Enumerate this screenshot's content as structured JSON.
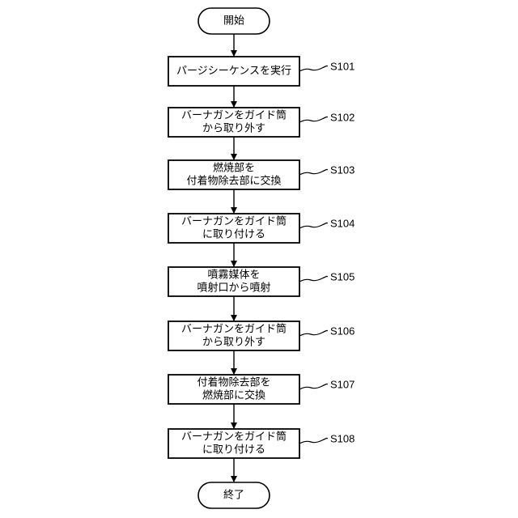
{
  "start": {
    "label": "開始"
  },
  "end": {
    "label": "終了"
  },
  "steps": [
    {
      "id": "S101",
      "lines": [
        "パージシーケンスを実行"
      ]
    },
    {
      "id": "S102",
      "lines": [
        "バーナガンをガイド筒",
        "から取り外す"
      ]
    },
    {
      "id": "S103",
      "lines": [
        "燃焼部を",
        "付着物除去部に交換"
      ]
    },
    {
      "id": "S104",
      "lines": [
        "バーナガンをガイド筒",
        "に取り付ける"
      ]
    },
    {
      "id": "S105",
      "lines": [
        "噴霧媒体を",
        "噴射口から噴射"
      ]
    },
    {
      "id": "S106",
      "lines": [
        "バーナガンをガイド筒",
        "から取り外す"
      ]
    },
    {
      "id": "S107",
      "lines": [
        "付着物除去部を",
        "燃焼部に交換"
      ]
    },
    {
      "id": "S108",
      "lines": [
        "バーナガンをガイド筒",
        "に取り付ける"
      ]
    }
  ]
}
